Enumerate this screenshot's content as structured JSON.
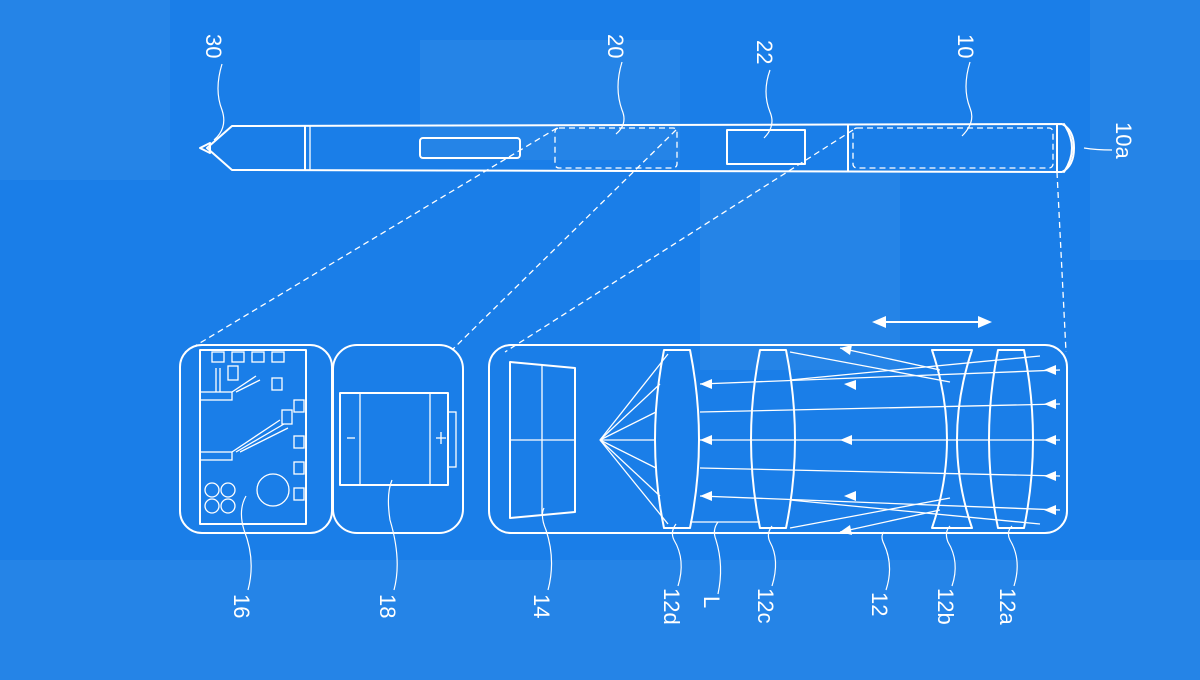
{
  "colors": {
    "background": "#1a7ee8",
    "line": "#ffffff"
  },
  "labels": {
    "tip": "30",
    "battery_slot": "20",
    "button": "22",
    "camera_slot": "10",
    "cap": "10a",
    "board": "16",
    "battery": "18",
    "sensor": "14",
    "lens_d": "12d",
    "optical_axis": "L",
    "lens_c": "12c",
    "lens_module": "12",
    "lens_b": "12b",
    "lens_a": "12a"
  }
}
